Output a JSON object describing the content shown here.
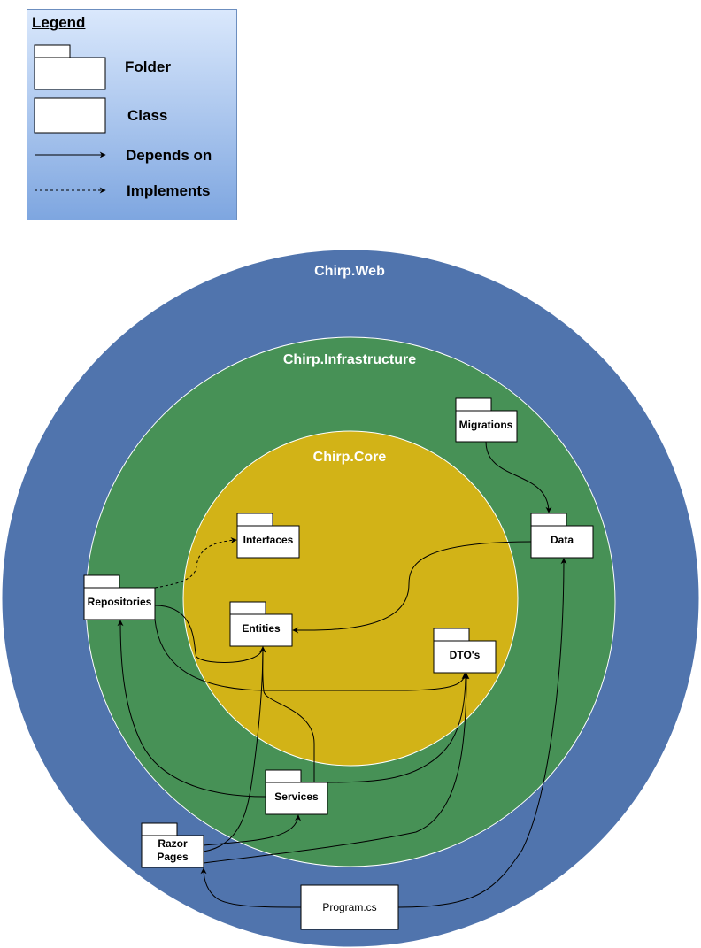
{
  "legend": {
    "title": "Legend",
    "folder": "Folder",
    "class": "Class",
    "depends_on": "Depends on",
    "implements": "Implements"
  },
  "rings": {
    "web": "Chirp.Web",
    "infrastructure": "Chirp.Infrastructure",
    "core": "Chirp.Core"
  },
  "colors": {
    "web": "#5074ad",
    "infrastructure": "#479156",
    "core": "#d2b317",
    "legend_top": "#dae8fc",
    "legend_bottom": "#7ea6e0"
  },
  "nodes": {
    "migrations": "Migrations",
    "interfaces": "Interfaces",
    "data": "Data",
    "repositories": "Repositories",
    "entities": "Entities",
    "dtos": "DTO's",
    "services": "Services",
    "razor_line1": "Razor",
    "razor_line2": "Pages",
    "program": "Program.cs"
  }
}
